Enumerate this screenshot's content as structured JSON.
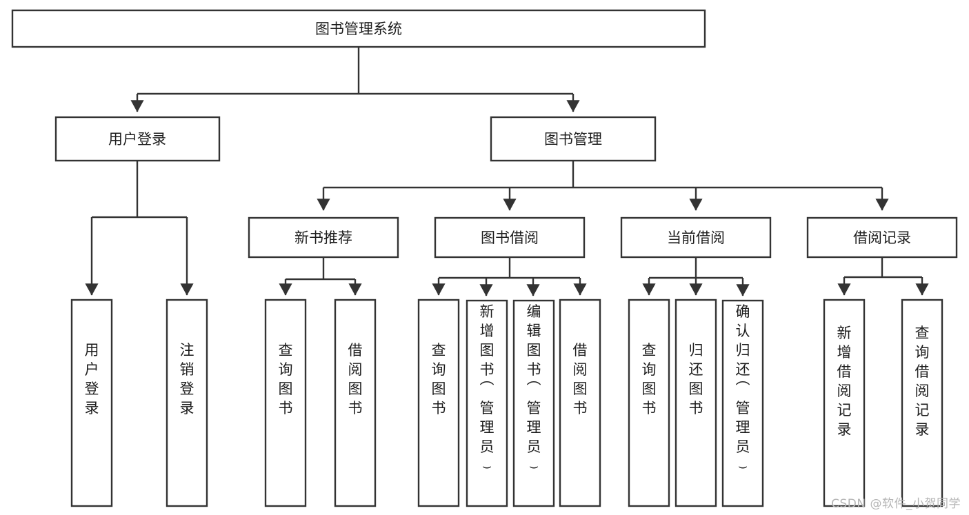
{
  "diagram": {
    "title": "图书管理系统",
    "type": "tree-hierarchy-diagram",
    "colors": {
      "stroke": "#333333",
      "box_fill": "#ffffff",
      "text": "#1d1d1d",
      "background": "#ffffff",
      "watermark": "#b5b5b5"
    },
    "root": {
      "label": "图书管理系统"
    },
    "level2": [
      {
        "label": "用户登录"
      },
      {
        "label": "图书管理"
      }
    ],
    "level3": [
      {
        "label": "新书推荐"
      },
      {
        "label": "图书借阅"
      },
      {
        "label": "当前借阅"
      },
      {
        "label": "借阅记录"
      }
    ],
    "leaves_user_login": [
      {
        "label": "用户登录"
      },
      {
        "label": "注销登录"
      }
    ],
    "leaves_new_book": [
      {
        "label": "查询图书"
      },
      {
        "label": "借阅图书"
      }
    ],
    "leaves_borrow": [
      {
        "label": "查询图书"
      },
      {
        "label": "新增图书（管理员）"
      },
      {
        "label": "编辑图书（管理员）"
      },
      {
        "label": "借阅图书"
      }
    ],
    "leaves_current": [
      {
        "label": "查询图书"
      },
      {
        "label": "归还图书"
      },
      {
        "label": "确认归还（管理员）"
      }
    ],
    "leaves_records": [
      {
        "label": "新增借阅记录"
      },
      {
        "label": "查询借阅记录"
      }
    ]
  },
  "watermark": {
    "text": "CSDN @软件_小贺同学"
  }
}
